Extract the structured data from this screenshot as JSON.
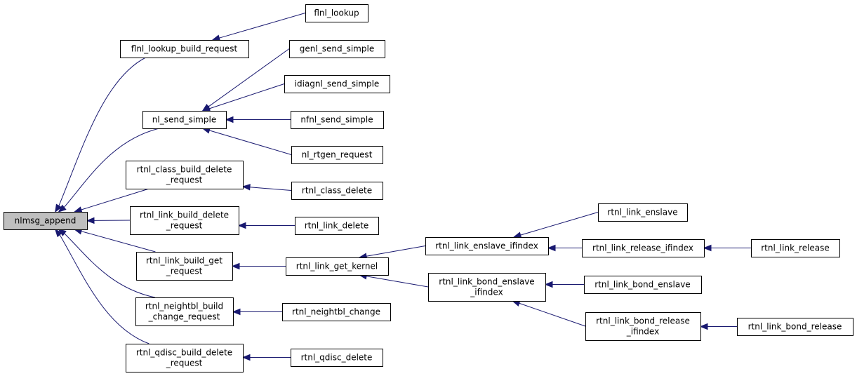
{
  "title": "nlmsg_append caller graph",
  "colors": {
    "edge": "#191970",
    "root_fill": "#bfbfbf",
    "node_fill": "#ffffff",
    "border": "#000000"
  },
  "nodes": [
    {
      "id": "nlmsg_append",
      "lines": [
        "nlmsg_append"
      ],
      "root": true
    },
    {
      "id": "flnl_lookup_build_request",
      "lines": [
        "flnl_lookup_build_request"
      ]
    },
    {
      "id": "flnl_lookup",
      "lines": [
        "flnl_lookup"
      ]
    },
    {
      "id": "nl_send_simple",
      "lines": [
        "nl_send_simple"
      ]
    },
    {
      "id": "genl_send_simple",
      "lines": [
        "genl_send_simple"
      ]
    },
    {
      "id": "idiagnl_send_simple",
      "lines": [
        "idiagnl_send_simple"
      ]
    },
    {
      "id": "nfnl_send_simple",
      "lines": [
        "nfnl_send_simple"
      ]
    },
    {
      "id": "nl_rtgen_request",
      "lines": [
        "nl_rtgen_request"
      ]
    },
    {
      "id": "rtnl_class_build_delete_request",
      "lines": [
        "rtnl_class_build_delete",
        "_request"
      ]
    },
    {
      "id": "rtnl_class_delete",
      "lines": [
        "rtnl_class_delete"
      ]
    },
    {
      "id": "rtnl_link_build_delete_request",
      "lines": [
        "rtnl_link_build_delete",
        "_request"
      ]
    },
    {
      "id": "rtnl_link_delete",
      "lines": [
        "rtnl_link_delete"
      ]
    },
    {
      "id": "rtnl_link_build_get_request",
      "lines": [
        "rtnl_link_build_get",
        "_request"
      ]
    },
    {
      "id": "rtnl_link_get_kernel",
      "lines": [
        "rtnl_link_get_kernel"
      ]
    },
    {
      "id": "rtnl_link_enslave_ifindex",
      "lines": [
        "rtnl_link_enslave_ifindex"
      ]
    },
    {
      "id": "rtnl_link_enslave",
      "lines": [
        "rtnl_link_enslave"
      ]
    },
    {
      "id": "rtnl_link_release_ifindex",
      "lines": [
        "rtnl_link_release_ifindex"
      ]
    },
    {
      "id": "rtnl_link_release",
      "lines": [
        "rtnl_link_release"
      ]
    },
    {
      "id": "rtnl_link_bond_enslave_ifindex",
      "lines": [
        "rtnl_link_bond_enslave",
        "_ifindex"
      ]
    },
    {
      "id": "rtnl_link_bond_enslave",
      "lines": [
        "rtnl_link_bond_enslave"
      ]
    },
    {
      "id": "rtnl_link_bond_release_ifindex",
      "lines": [
        "rtnl_link_bond_release",
        "_ifindex"
      ]
    },
    {
      "id": "rtnl_link_bond_release",
      "lines": [
        "rtnl_link_bond_release"
      ]
    },
    {
      "id": "rtnl_neightbl_build_change_request",
      "lines": [
        "rtnl_neightbl_build",
        "_change_request"
      ]
    },
    {
      "id": "rtnl_neightbl_change",
      "lines": [
        "rtnl_neightbl_change"
      ]
    },
    {
      "id": "rtnl_qdisc_build_delete_request",
      "lines": [
        "rtnl_qdisc_build_delete",
        "_request"
      ]
    },
    {
      "id": "rtnl_qdisc_delete",
      "lines": [
        "rtnl_qdisc_delete"
      ]
    }
  ],
  "edges": [
    {
      "from": "flnl_lookup_build_request",
      "to": "nlmsg_append"
    },
    {
      "from": "nl_send_simple",
      "to": "nlmsg_append"
    },
    {
      "from": "rtnl_class_build_delete_request",
      "to": "nlmsg_append"
    },
    {
      "from": "rtnl_link_build_delete_request",
      "to": "nlmsg_append"
    },
    {
      "from": "rtnl_link_build_get_request",
      "to": "nlmsg_append"
    },
    {
      "from": "rtnl_neightbl_build_change_request",
      "to": "nlmsg_append"
    },
    {
      "from": "rtnl_qdisc_build_delete_request",
      "to": "nlmsg_append"
    },
    {
      "from": "flnl_lookup",
      "to": "flnl_lookup_build_request"
    },
    {
      "from": "genl_send_simple",
      "to": "nl_send_simple"
    },
    {
      "from": "idiagnl_send_simple",
      "to": "nl_send_simple"
    },
    {
      "from": "nfnl_send_simple",
      "to": "nl_send_simple"
    },
    {
      "from": "nl_rtgen_request",
      "to": "nl_send_simple"
    },
    {
      "from": "rtnl_class_delete",
      "to": "rtnl_class_build_delete_request"
    },
    {
      "from": "rtnl_link_delete",
      "to": "rtnl_link_build_delete_request"
    },
    {
      "from": "rtnl_link_get_kernel",
      "to": "rtnl_link_build_get_request"
    },
    {
      "from": "rtnl_link_enslave_ifindex",
      "to": "rtnl_link_get_kernel"
    },
    {
      "from": "rtnl_link_bond_enslave_ifindex",
      "to": "rtnl_link_get_kernel"
    },
    {
      "from": "rtnl_link_enslave",
      "to": "rtnl_link_enslave_ifindex"
    },
    {
      "from": "rtnl_link_release_ifindex",
      "to": "rtnl_link_enslave_ifindex"
    },
    {
      "from": "rtnl_link_release",
      "to": "rtnl_link_release_ifindex"
    },
    {
      "from": "rtnl_link_bond_enslave",
      "to": "rtnl_link_bond_enslave_ifindex"
    },
    {
      "from": "rtnl_link_bond_release_ifindex",
      "to": "rtnl_link_bond_enslave_ifindex"
    },
    {
      "from": "rtnl_link_bond_release",
      "to": "rtnl_link_bond_release_ifindex"
    },
    {
      "from": "rtnl_neightbl_change",
      "to": "rtnl_neightbl_build_change_request"
    },
    {
      "from": "rtnl_qdisc_delete",
      "to": "rtnl_qdisc_build_delete_request"
    }
  ]
}
